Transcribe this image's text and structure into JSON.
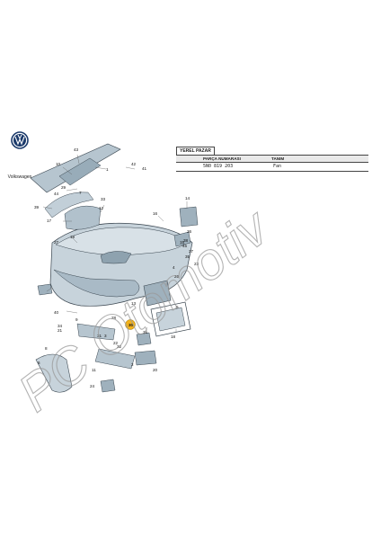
{
  "brand": {
    "name": "Volkswagen",
    "logo": "vw-logo"
  },
  "table": {
    "header": "YEREL PAZAR",
    "columns": [
      "PARÇA NUMARASI",
      "TANIM"
    ],
    "rows": [
      {
        "part_number": "5N0 819 203",
        "description": "Fan"
      }
    ]
  },
  "callouts": [
    {
      "label": "43",
      "id": "c43"
    },
    {
      "label": "10",
      "id": "c10"
    },
    {
      "label": "1",
      "id": "c1"
    },
    {
      "label": "42",
      "id": "c42"
    },
    {
      "label": "41",
      "id": "c41"
    },
    {
      "label": "29",
      "id": "c29"
    },
    {
      "label": "7",
      "id": "c7"
    },
    {
      "label": "44",
      "id": "c44"
    },
    {
      "label": "33",
      "id": "c33"
    },
    {
      "label": "39",
      "id": "c39"
    },
    {
      "label": "12",
      "id": "c12"
    },
    {
      "label": "14",
      "id": "c14"
    },
    {
      "label": "16",
      "id": "c16"
    },
    {
      "label": "17",
      "id": "c17"
    },
    {
      "label": "19",
      "id": "c19"
    },
    {
      "label": "27",
      "id": "c27"
    },
    {
      "label": "38",
      "id": "c38"
    },
    {
      "label": "45",
      "id": "c45"
    },
    {
      "label": "40",
      "id": "c40"
    },
    {
      "label": "9",
      "id": "c9"
    },
    {
      "label": "34",
      "id": "c34"
    },
    {
      "label": "13",
      "id": "c13"
    },
    {
      "label": "28",
      "id": "c28"
    },
    {
      "label": "21",
      "id": "c21"
    },
    {
      "label": "3",
      "id": "c3"
    },
    {
      "label": "30",
      "id": "c30"
    },
    {
      "label": "25",
      "id": "c25"
    },
    {
      "label": "18",
      "id": "c18"
    },
    {
      "label": "8",
      "id": "c8"
    },
    {
      "label": "11",
      "id": "c11"
    },
    {
      "label": "24",
      "id": "c24"
    },
    {
      "label": "6",
      "id": "c6"
    },
    {
      "label": "2",
      "id": "c2"
    },
    {
      "label": "22",
      "id": "c22"
    },
    {
      "label": "35",
      "id": "c35"
    },
    {
      "label": "37",
      "id": "c37"
    },
    {
      "label": "4",
      "id": "c4"
    },
    {
      "label": "5",
      "id": "c5"
    },
    {
      "label": "23",
      "id": "c23"
    },
    {
      "label": "26",
      "id": "c26"
    },
    {
      "label": "15",
      "id": "c15"
    },
    {
      "label": "36",
      "id": "c36"
    },
    {
      "label": "31",
      "id": "c31"
    },
    {
      "label": "32",
      "id": "c32"
    },
    {
      "label": "20",
      "id": "c20"
    }
  ],
  "highlighted_callout": "30",
  "watermark": {
    "text": "PC Otomotiv",
    "color": "#9a9a9a"
  },
  "colors": {
    "part_fill": "#c7d3db",
    "part_fill_dark": "#9fb1bd",
    "outline": "#3a4650",
    "highlight": "#f2b21c"
  }
}
